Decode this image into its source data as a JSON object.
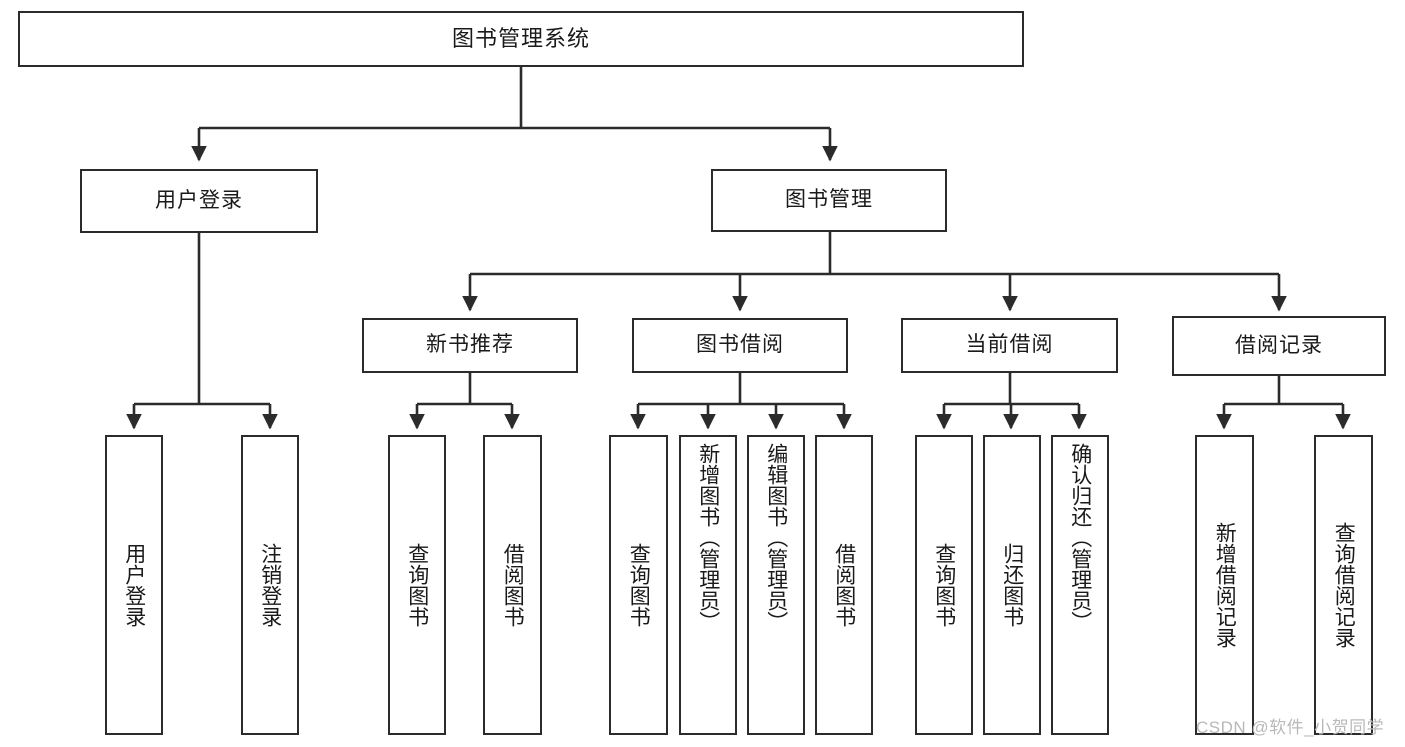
{
  "diagram": {
    "title": "图书管理系统",
    "type": "tree",
    "root": {
      "label": "图书管理系统"
    },
    "level2": [
      {
        "label": "用户登录"
      },
      {
        "label": "图书管理"
      }
    ],
    "level3": [
      {
        "label": "新书推荐"
      },
      {
        "label": "图书借阅"
      },
      {
        "label": "当前借阅"
      },
      {
        "label": "借阅记录"
      }
    ],
    "leaves": {
      "user_login": [
        {
          "label": "用户登录"
        },
        {
          "label": "注销登录"
        }
      ],
      "new_book_recommend": [
        {
          "label": "查询图书"
        },
        {
          "label": "借阅图书"
        }
      ],
      "book_borrow": [
        {
          "label": "查询图书"
        },
        {
          "label": "新增图书（管理员）"
        },
        {
          "label": "编辑图书（管理员）"
        },
        {
          "label": "借阅图书"
        }
      ],
      "current_borrow": [
        {
          "label": "查询图书"
        },
        {
          "label": "归还图书"
        },
        {
          "label": "确认归还（管理员）"
        }
      ],
      "borrow_record": [
        {
          "label": "新增借阅记录"
        },
        {
          "label": "查询借阅记录"
        }
      ]
    }
  },
  "watermark": {
    "text": "CSDN @软件_小贺同学"
  },
  "colors": {
    "stroke": "#2b2b2b",
    "text": "#1a1a1a",
    "background": "#ffffff",
    "watermark": "#b9b9b9"
  }
}
